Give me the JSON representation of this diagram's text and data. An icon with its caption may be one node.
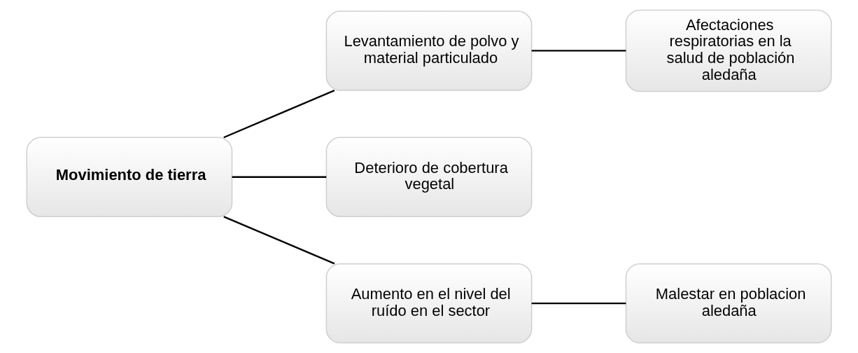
{
  "diagram": {
    "nodes": [
      {
        "text": [
          "Movimiento de tierra"
        ]
      },
      {
        "text": [
          "Levantamiento de polvo y material particulado"
        ]
      },
      {
        "text": [
          "Afectaciones respiratorias en la salud de población aledaña"
        ]
      },
      {
        "text": [
          "Deterioro de cobertura vegetal"
        ]
      },
      {
        "text": [
          "Aumento en el nivel del ruído en el sector"
        ]
      },
      {
        "text": [
          "Malestar en poblacion aledaña"
        ]
      }
    ],
    "edges": [
      {
        "from": 0,
        "to": 1,
        "arrow": "none"
      },
      {
        "from": 0,
        "to": 3,
        "arrow": "none"
      },
      {
        "from": 0,
        "to": 4,
        "arrow": "none"
      },
      {
        "from": 1,
        "to": 2,
        "arrow": "none"
      },
      {
        "from": 4,
        "to": 5,
        "arrow": "none"
      }
    ]
  }
}
